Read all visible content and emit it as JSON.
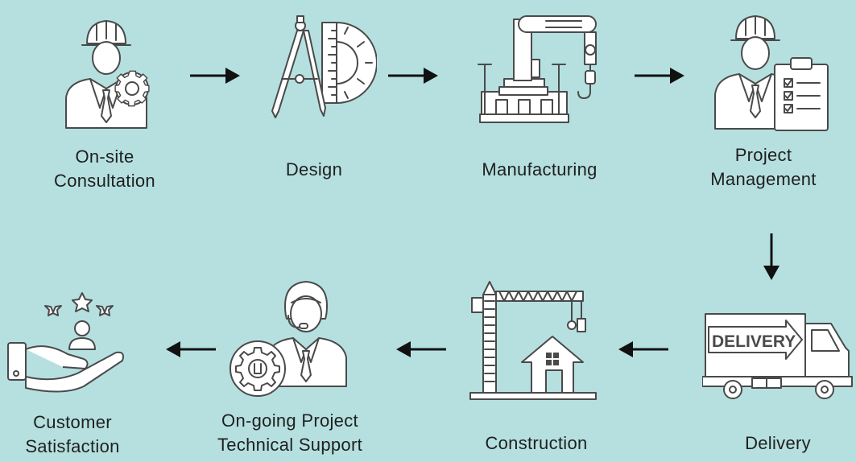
{
  "colors": {
    "background": "#b5e0df",
    "line": "#4a4a4a",
    "arrow": "#111111",
    "text": "#1f1f1f"
  },
  "steps": [
    {
      "label": "On-site\nConsultation",
      "icon": "engineer-with-gear-icon"
    },
    {
      "label": "Design",
      "icon": "compass-and-protractor-icon"
    },
    {
      "label": "Manufacturing",
      "icon": "industrial-crane-icon"
    },
    {
      "label": "Project\nManagement",
      "icon": "engineer-with-checklist-icon"
    },
    {
      "label": "Delivery",
      "icon": "delivery-truck-icon",
      "truck_text": "DELIVERY"
    },
    {
      "label": "Construction",
      "icon": "tower-crane-house-icon"
    },
    {
      "label": "On-going Project\nTechnical Support",
      "icon": "support-agent-icon"
    },
    {
      "label": "Customer\nSatisfaction",
      "icon": "hand-with-stars-icon"
    }
  ],
  "arrows": [
    {
      "from": 1,
      "to": 2,
      "direction": "right"
    },
    {
      "from": 2,
      "to": 3,
      "direction": "right"
    },
    {
      "from": 3,
      "to": 4,
      "direction": "right"
    },
    {
      "from": 4,
      "to": 5,
      "direction": "down"
    },
    {
      "from": 5,
      "to": 6,
      "direction": "left"
    },
    {
      "from": 6,
      "to": 7,
      "direction": "left"
    },
    {
      "from": 7,
      "to": 8,
      "direction": "left"
    }
  ]
}
